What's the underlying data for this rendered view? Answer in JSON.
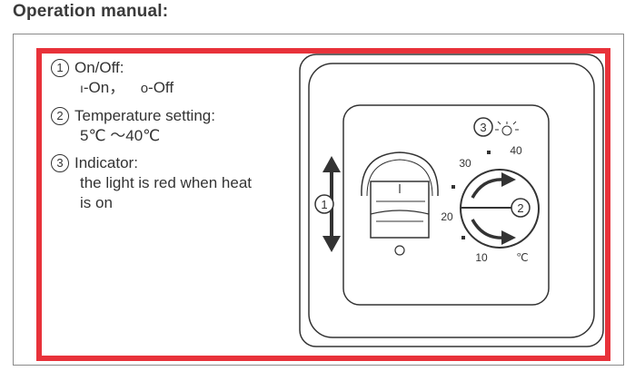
{
  "page": {
    "title": "Operation manual:"
  },
  "manual": {
    "items": [
      {
        "number": "1",
        "label": "On/Off:",
        "detail_on": "-On，",
        "detail_off": "-Off"
      },
      {
        "number": "2",
        "label": "Temperature setting:",
        "detail": "5℃ ～40℃"
      },
      {
        "number": "3",
        "label": "Indicator:",
        "detail_line1": "the light is red when heat",
        "detail_line2": "is on"
      }
    ]
  },
  "device": {
    "callouts": [
      "1",
      "2",
      "3"
    ],
    "dial": {
      "ticks": [
        "10",
        "20",
        "30",
        "40"
      ],
      "unit": "℃"
    }
  },
  "colors": {
    "frame_red": "#e8323a",
    "line": "#333333"
  }
}
